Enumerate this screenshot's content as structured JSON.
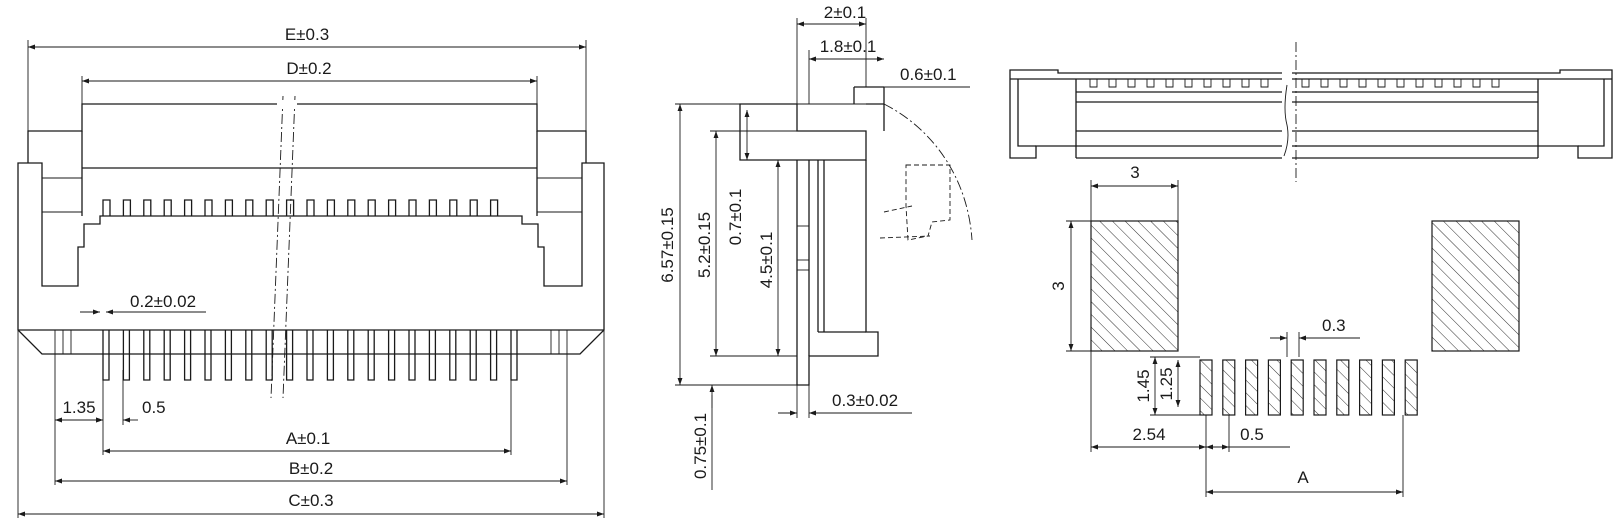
{
  "front_view": {
    "dim_E": "E±0.3",
    "dim_D": "D±0.2",
    "dim_pin_width": "0.2±0.02",
    "dim_1_35": "1.35",
    "dim_pitch": "0.5",
    "dim_A": "A±0.1",
    "dim_B": "B±0.2",
    "dim_C": "C±0.3"
  },
  "side_view": {
    "dim_2": "2±0.1",
    "dim_1_8": "1.8±0.1",
    "dim_0_6": "0.6±0.1",
    "dim_6_57": "6.57±0.15",
    "dim_5_2": "5.2±0.15",
    "dim_0_7": "0.7±0.1",
    "dim_4_5": "4.5±0.1",
    "dim_0_75": "0.75±0.1",
    "dim_0_3": "0.3±0.02"
  },
  "footprint": {
    "dim_3_w": "3",
    "dim_3_h": "3",
    "dim_1_45": "1.45",
    "dim_1_25": "1.25",
    "dim_0_3": "0.3",
    "dim_2_54": "2.54",
    "dim_0_5": "0.5",
    "dim_A": "A"
  }
}
